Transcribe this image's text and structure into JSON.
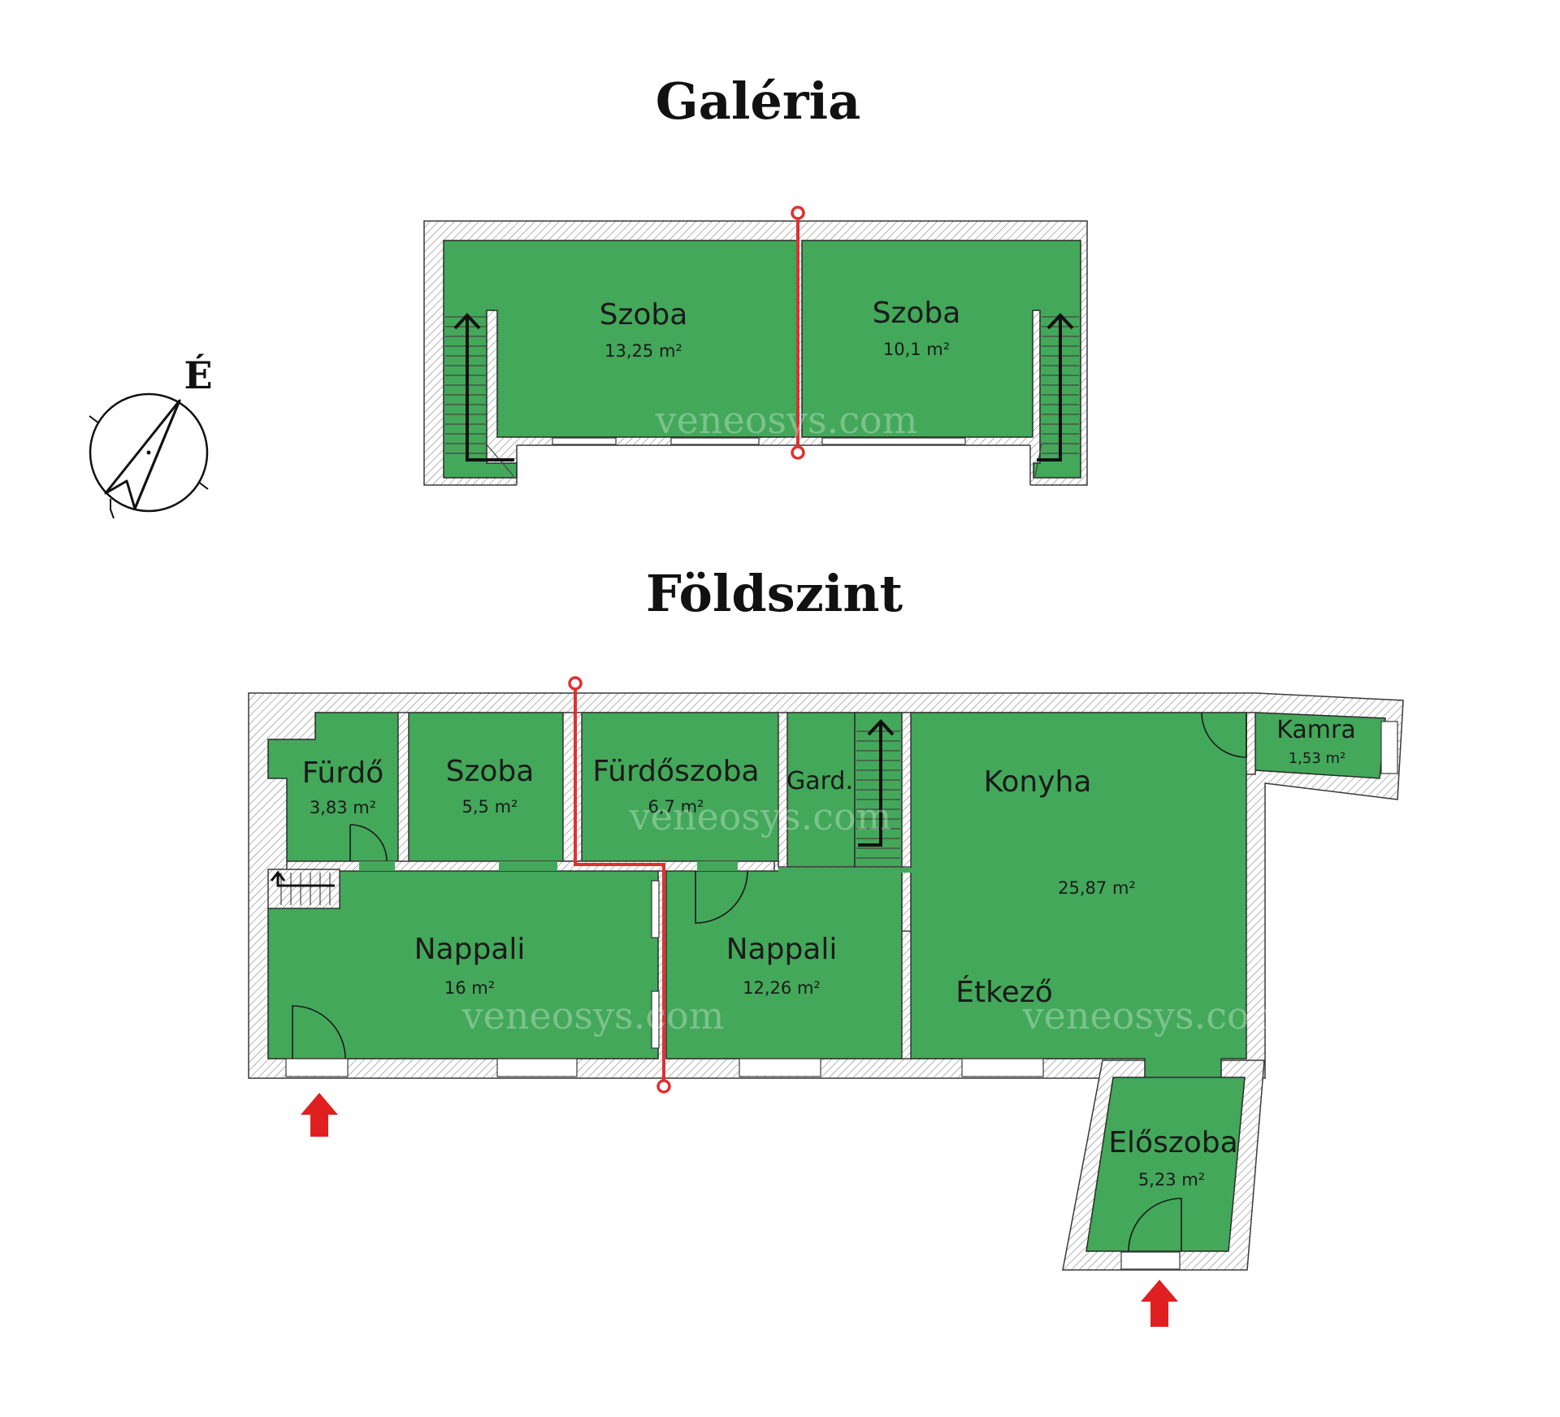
{
  "titles": {
    "galeria": "Galéria",
    "foldszint": "Földszint"
  },
  "compass": {
    "label": "É"
  },
  "watermark": "veneosys.com",
  "colors": {
    "floor": "#43a85a",
    "section_line": "#e03030",
    "entry_arrow": "#e02020"
  },
  "galeria": {
    "rooms": [
      {
        "name": "Szoba",
        "area": "13,25 m²"
      },
      {
        "name": "Szoba",
        "area": "10,1 m²"
      }
    ]
  },
  "foldszint": {
    "rooms": [
      {
        "name": "Fürdő",
        "area": "3,83 m²"
      },
      {
        "name": "Szoba",
        "area": "5,5 m²"
      },
      {
        "name": "Fürdőszoba",
        "area": "6,7 m²"
      },
      {
        "name": "Gard.",
        "area": ""
      },
      {
        "name": "Konyha",
        "area": "25,87 m²"
      },
      {
        "name": "Kamra",
        "area": "1,53 m²"
      },
      {
        "name": "Nappali",
        "area": "16 m²"
      },
      {
        "name": "Nappali",
        "area": "12,26 m²"
      },
      {
        "name": "Étkező",
        "area": ""
      },
      {
        "name": "Előszoba",
        "area": "5,23 m²"
      }
    ]
  }
}
